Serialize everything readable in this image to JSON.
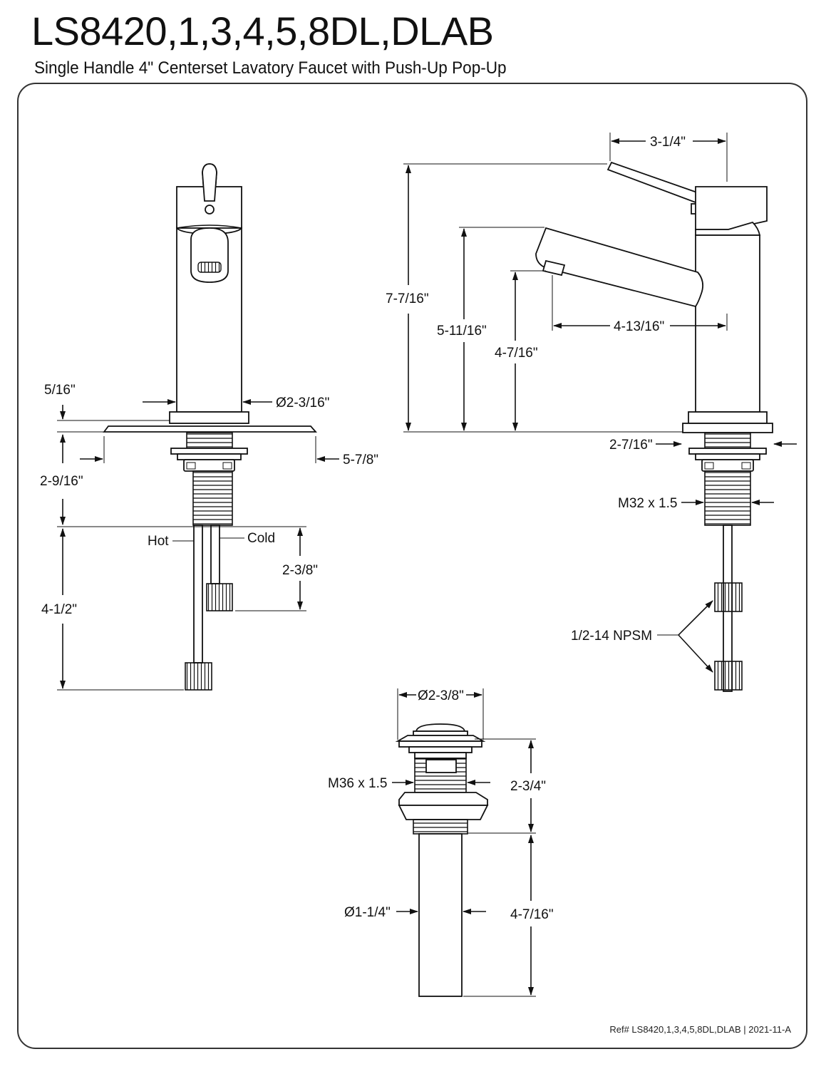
{
  "header": {
    "model": "LS8420,1,3,4,5,8DL,DLAB",
    "description": "Single Handle 4\" Centerset Lavatory Faucet with Push-Up Pop-Up"
  },
  "front_view": {
    "deckplate_thickness": "5/16\"",
    "body_diameter": "Ø2-3/16\"",
    "deckplate_width": "5-7/8\"",
    "shank_length": "2-9/16\"",
    "hot_label": "Hot",
    "cold_label": "Cold",
    "cold_line_length": "2-3/8\"",
    "hot_line_length": "4-1/2\""
  },
  "side_view": {
    "handle_reach": "3-1/4\"",
    "overall_height": "7-7/16\"",
    "spout_height": "5-11/16\"",
    "spout_clearance": "4-7/16\"",
    "spout_reach": "4-13/16\"",
    "base_diameter": "2-7/16\"",
    "thread": "M32 x 1.5",
    "connection": "1/2-14 NPSM"
  },
  "drain_view": {
    "flange_diameter": "Ø2-3/8\"",
    "thread": "M36 x 1.5",
    "body_height": "2-3/4\"",
    "tailpiece_diameter": "Ø1-1/4\"",
    "tailpiece_length": "4-7/16\""
  },
  "footer": {
    "reference": "Ref# LS8420,1,3,4,5,8DL,DLAB | 2021-11-A"
  }
}
